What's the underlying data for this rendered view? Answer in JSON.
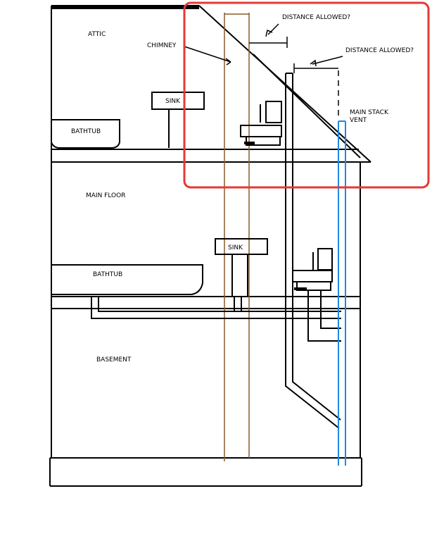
{
  "labels": {
    "attic": "ATTIC",
    "chimney": "CHIMNEY",
    "distance_1": "DISTANCE ALLOWED?",
    "distance_2": "DISTANCE ALLOWED?",
    "sink_upper": "SINK",
    "bathtub_upper": "BATHTUB",
    "main_stack_line1": "MAIN STACK",
    "main_stack_line2": "VENT",
    "main_floor": "MAIN FLOOR",
    "sink_lower": "SINK",
    "bathtub_lower": "BATHTUB",
    "basement": "BASEMENT"
  },
  "colors": {
    "lines": "#000000",
    "chimney": "#8b5a2b",
    "vent": "#1e88e5",
    "highlight": "#e53935",
    "background": "#ffffff"
  }
}
